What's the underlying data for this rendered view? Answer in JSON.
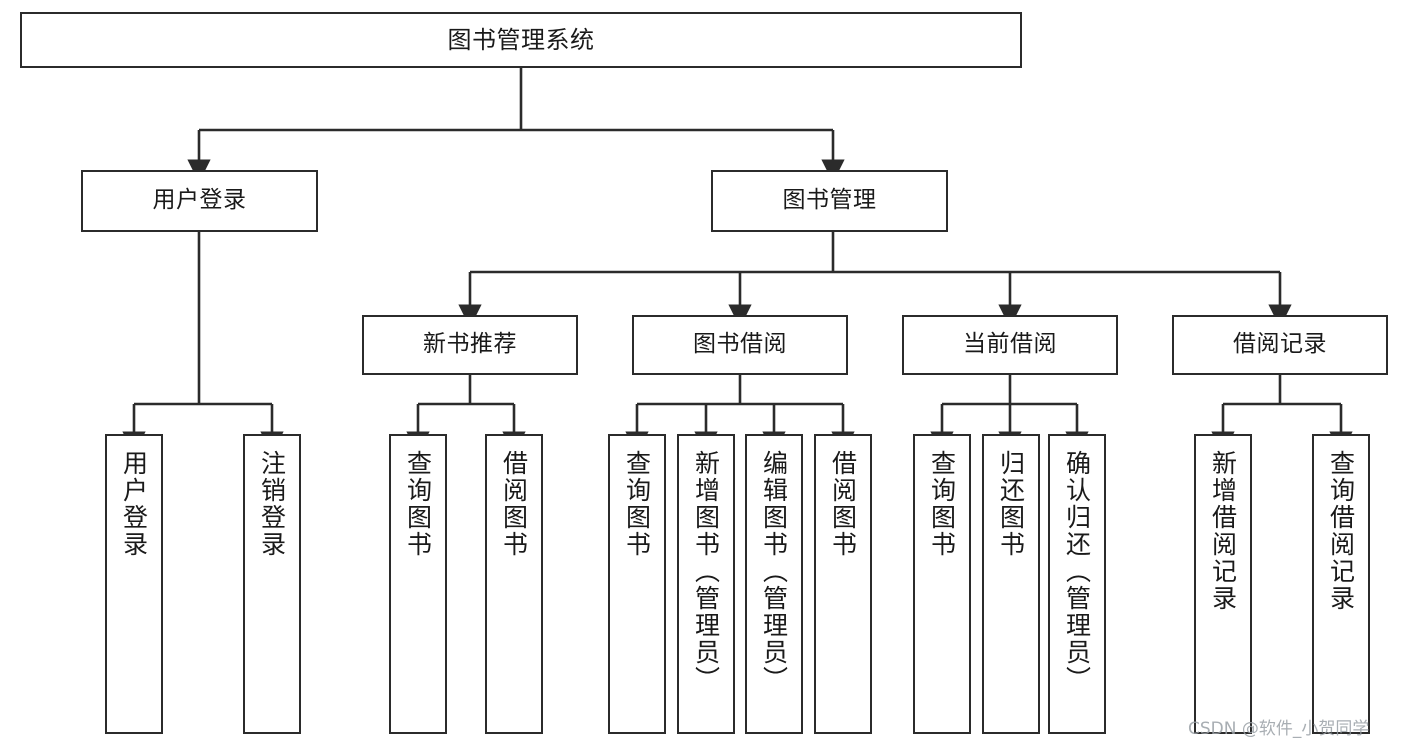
{
  "diagram": {
    "title": "图书管理系统",
    "type": "tree-hierarchy-flowchart",
    "style": {
      "box_border_color": "#2b2b2b",
      "box_fill_color": "#ffffff",
      "connector_color": "#2b2b2b",
      "background_color": "#ffffff",
      "watermark_color": "#9aa0a6"
    },
    "levels": [
      {
        "level": 1,
        "nodes": [
          {
            "id": "root",
            "label": "图书管理系统",
            "orientation": "horizontal"
          }
        ]
      },
      {
        "level": 2,
        "nodes": [
          {
            "id": "user-login",
            "label": "用户登录",
            "orientation": "horizontal",
            "parent": "root"
          },
          {
            "id": "book-management",
            "label": "图书管理",
            "orientation": "horizontal",
            "parent": "root"
          }
        ]
      },
      {
        "level": 3,
        "nodes": [
          {
            "id": "new-book-recommend",
            "label": "新书推荐",
            "orientation": "horizontal",
            "parent": "book-management"
          },
          {
            "id": "book-borrow",
            "label": "图书借阅",
            "orientation": "horizontal",
            "parent": "book-management"
          },
          {
            "id": "current-borrow",
            "label": "当前借阅",
            "orientation": "horizontal",
            "parent": "book-management"
          },
          {
            "id": "borrow-record",
            "label": "借阅记录",
            "orientation": "horizontal",
            "parent": "book-management"
          }
        ]
      },
      {
        "level": 4,
        "nodes": [
          {
            "id": "leaf-user-login",
            "label": "用户登录",
            "orientation": "vertical",
            "parent": "user-login"
          },
          {
            "id": "leaf-logout-login",
            "label": "注销登录",
            "orientation": "vertical",
            "parent": "user-login"
          },
          {
            "id": "leaf-query-book-1",
            "label": "查询图书",
            "orientation": "vertical",
            "parent": "new-book-recommend"
          },
          {
            "id": "leaf-borrow-book-1",
            "label": "借阅图书",
            "orientation": "vertical",
            "parent": "new-book-recommend"
          },
          {
            "id": "leaf-query-book-2",
            "label": "查询图书",
            "orientation": "vertical",
            "parent": "book-borrow"
          },
          {
            "id": "leaf-add-book",
            "label": "新增图书（管理员）",
            "orientation": "vertical",
            "parent": "book-borrow"
          },
          {
            "id": "leaf-edit-book",
            "label": "编辑图书（管理员）",
            "orientation": "vertical",
            "parent": "book-borrow"
          },
          {
            "id": "leaf-borrow-book-2",
            "label": "借阅图书",
            "orientation": "vertical",
            "parent": "book-borrow"
          },
          {
            "id": "leaf-query-book-3",
            "label": "查询图书",
            "orientation": "vertical",
            "parent": "current-borrow"
          },
          {
            "id": "leaf-return-book",
            "label": "归还图书",
            "orientation": "vertical",
            "parent": "current-borrow"
          },
          {
            "id": "leaf-confirm-return",
            "label": "确认归还（管理员）",
            "orientation": "vertical",
            "parent": "current-borrow"
          },
          {
            "id": "leaf-add-record",
            "label": "新增借阅记录",
            "orientation": "vertical",
            "parent": "borrow-record"
          },
          {
            "id": "leaf-query-record",
            "label": "查询借阅记录",
            "orientation": "vertical",
            "parent": "borrow-record"
          }
        ]
      }
    ],
    "watermark": "CSDN @软件_小贺同学"
  }
}
